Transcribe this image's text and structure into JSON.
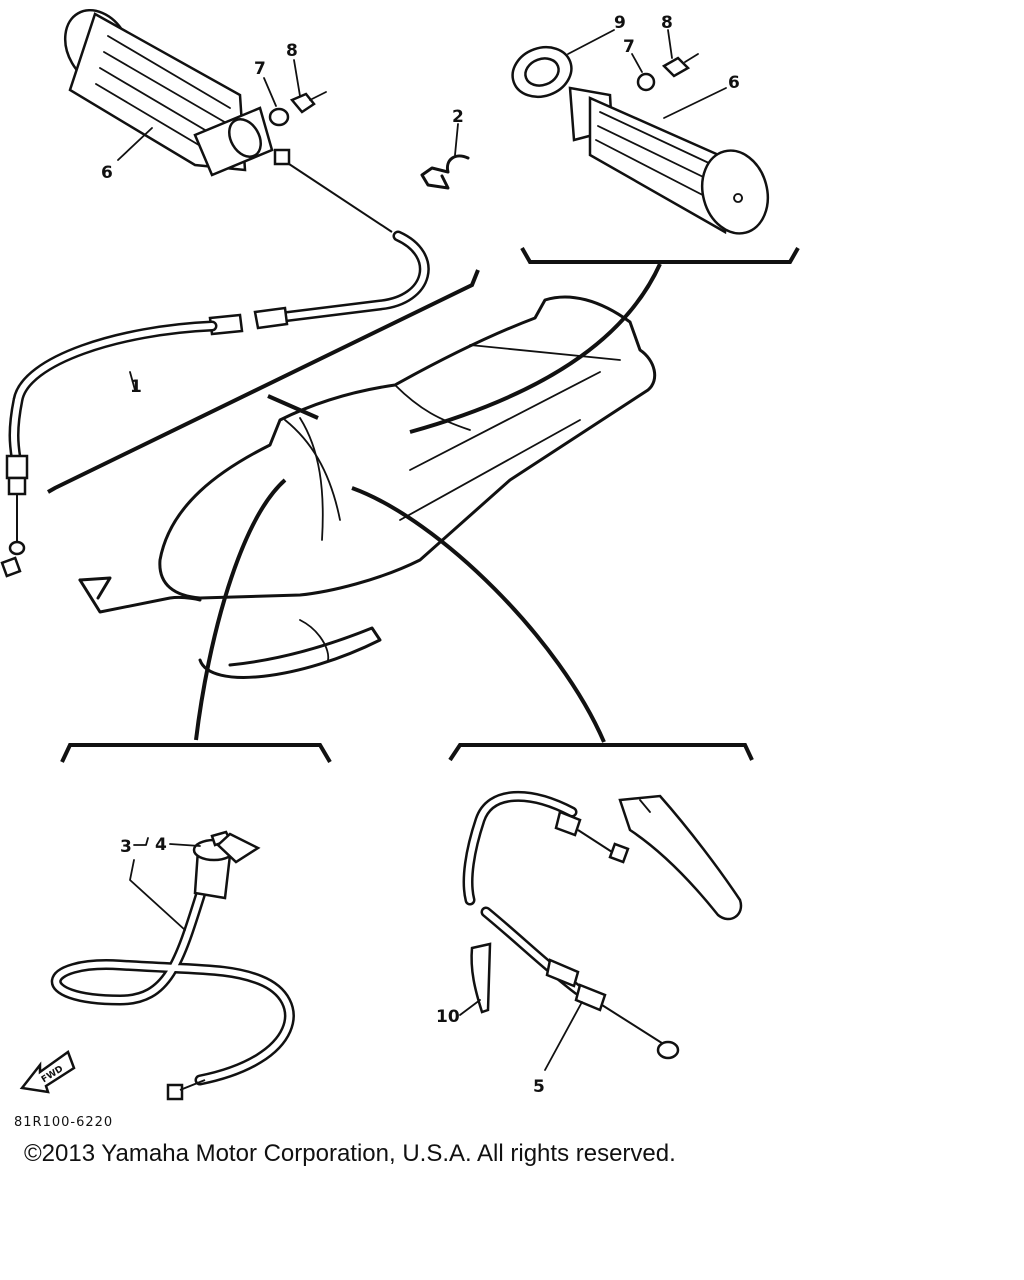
{
  "callouts": {
    "c1": "1",
    "c2": "2",
    "c3": "3",
    "c4": "4",
    "c5": "5",
    "c6_left": "6",
    "c6_right": "6",
    "c7_left": "7",
    "c7_right": "7",
    "c8_left": "8",
    "c8_right": "8",
    "c9": "9",
    "c10": "10"
  },
  "direction_marker": "FWD",
  "diagram_code": "81R100-6220",
  "copyright": "©2013 Yamaha Motor Corporation, U.S.A. All rights reserved."
}
